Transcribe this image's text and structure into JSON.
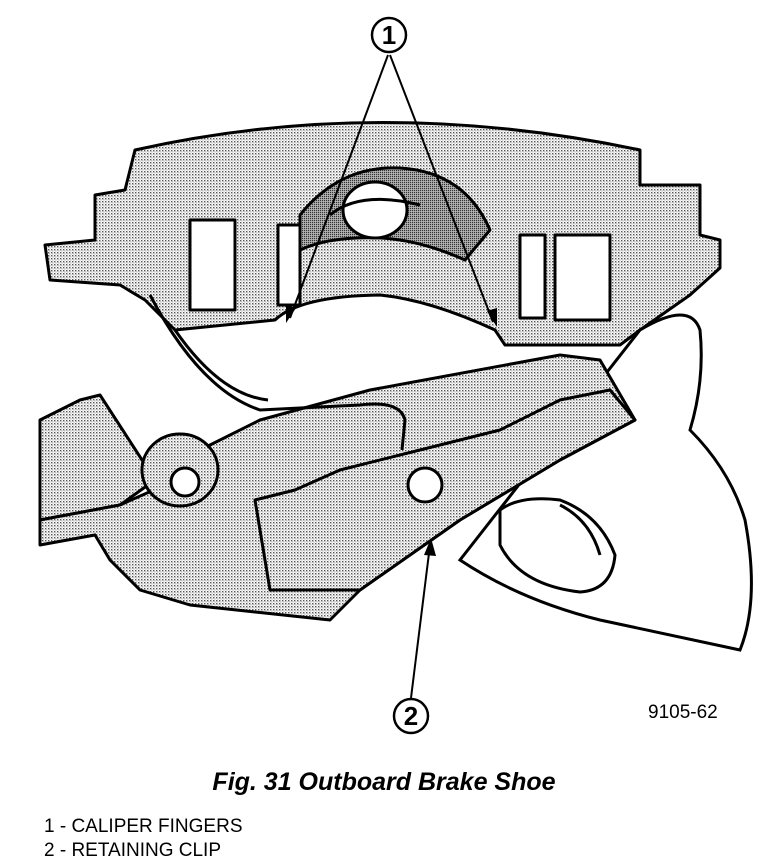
{
  "figure": {
    "callouts": [
      {
        "number": "1",
        "label": "CALIPER FINGERS"
      },
      {
        "number": "2",
        "label": "RETAINING CLIP"
      }
    ],
    "code": "9105-62",
    "caption": "Fig. 31 Outboard Brake Shoe"
  },
  "legend": [
    "1 - CALIPER FINGERS",
    "2 - RETAINING CLIP"
  ]
}
